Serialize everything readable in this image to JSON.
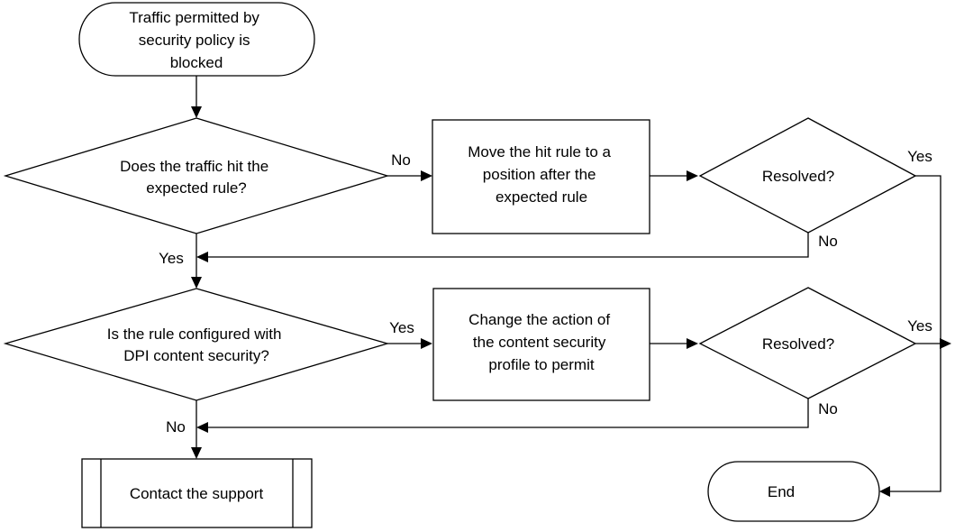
{
  "nodes": {
    "start": [
      "Traffic permitted by",
      "security policy is",
      "blocked"
    ],
    "decision_hit_rule": [
      "Does the traffic hit the",
      "expected rule?"
    ],
    "action_move_rule": [
      "Move the hit rule to a",
      "position after the",
      "expected rule"
    ],
    "decision_resolved_1": [
      "Resolved?"
    ],
    "decision_dpi": [
      "Is the rule configured with",
      "DPI content security?"
    ],
    "action_change_profile": [
      "Change the action of",
      "the content security",
      "profile to permit"
    ],
    "decision_resolved_2": [
      "Resolved?"
    ],
    "contact_support": [
      "Contact the support"
    ],
    "end": [
      "End"
    ]
  },
  "edges": {
    "hit_rule_no": "No",
    "hit_rule_yes": "Yes",
    "resolved_1_yes": "Yes",
    "resolved_1_no": "No",
    "dpi_yes": "Yes",
    "dpi_no": "No",
    "resolved_2_yes": "Yes",
    "resolved_2_no": "No"
  }
}
